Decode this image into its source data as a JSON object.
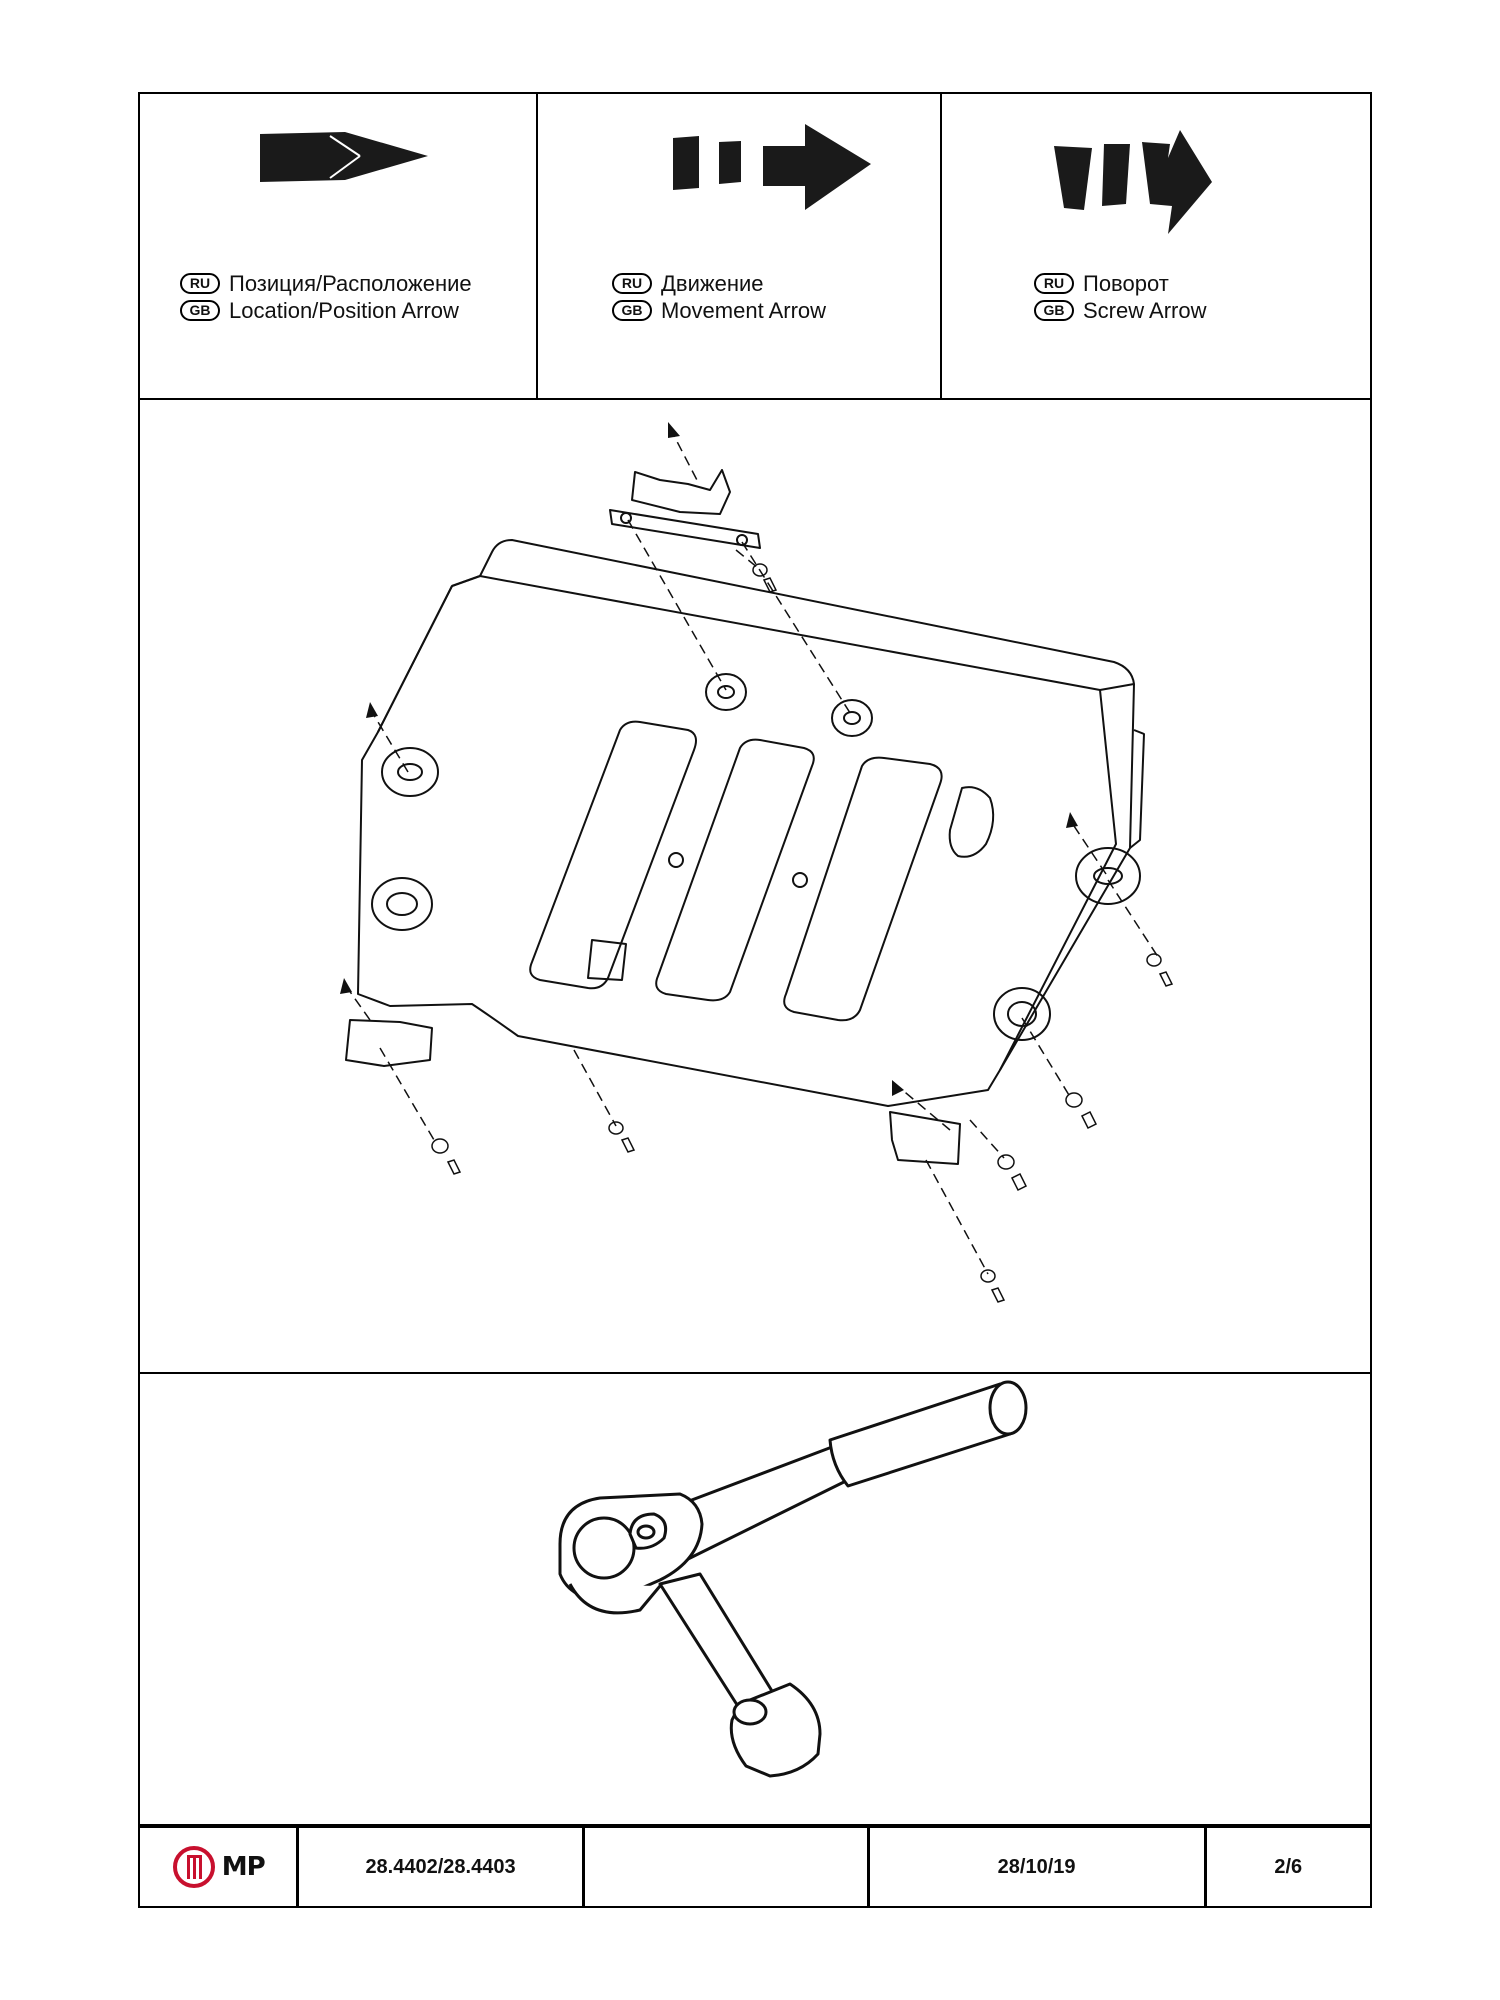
{
  "legend": [
    {
      "icon": "location-arrow-icon",
      "ru_code": "RU",
      "ru_label": "Позиция/Расположение",
      "gb_code": "GB",
      "gb_label": "Location/Position Arrow"
    },
    {
      "icon": "movement-arrow-icon",
      "ru_code": "RU",
      "ru_label": "Движение",
      "gb_code": "GB",
      "gb_label": "Movement Arrow"
    },
    {
      "icon": "screw-arrow-icon",
      "ru_code": "RU",
      "ru_label": "Поворот",
      "gb_code": "GB",
      "gb_label": "Screw Arrow"
    }
  ],
  "diagram": {
    "subject": "skid-plate-assembly-icon"
  },
  "tool": {
    "icon": "ratchet-wrench-icon"
  },
  "title_block": {
    "logo_text": "MP",
    "logo_color": "#c8102e",
    "part_number": "28.4402/28.4403",
    "blank": "",
    "date": "28/10/19",
    "page": "2/6"
  }
}
